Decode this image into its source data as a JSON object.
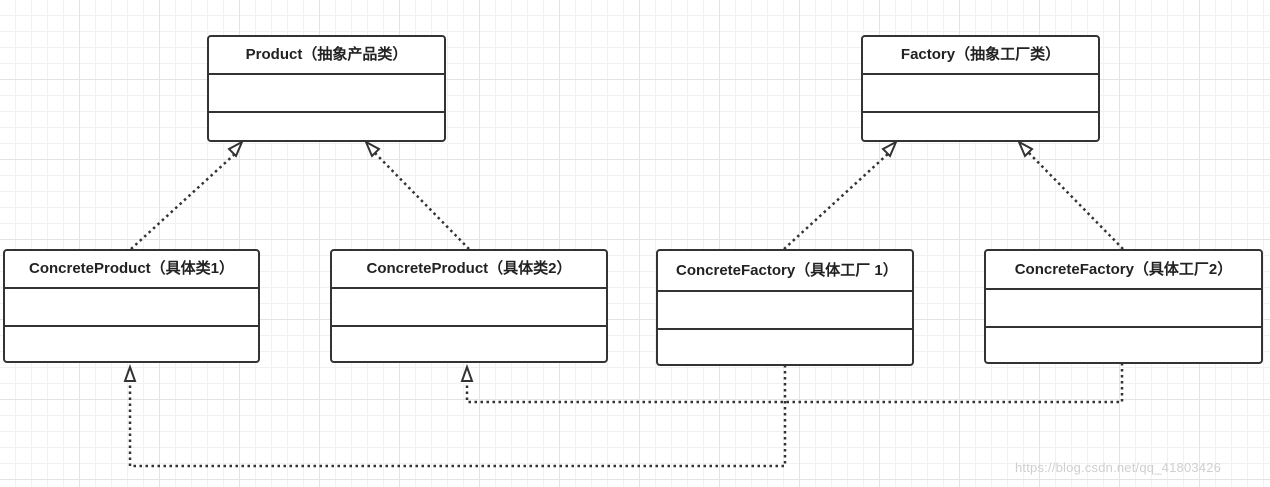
{
  "classes": {
    "product": {
      "title": "Product（抽象产品类）"
    },
    "factory": {
      "title": "Factory（抽象工厂类）"
    },
    "concrete_product_1": {
      "title": "ConcreteProduct（具体类1）"
    },
    "concrete_product_2": {
      "title": "ConcreteProduct（具体类2）"
    },
    "concrete_factory_1": {
      "title": "ConcreteFactory（具体工厂 1）"
    },
    "concrete_factory_2": {
      "title": "ConcreteFactory（具体工厂2）"
    }
  },
  "relations": [
    {
      "from": "concrete_product_1",
      "to": "product",
      "type": "realization"
    },
    {
      "from": "concrete_product_2",
      "to": "product",
      "type": "realization"
    },
    {
      "from": "concrete_factory_1",
      "to": "factory",
      "type": "realization"
    },
    {
      "from": "concrete_factory_2",
      "to": "factory",
      "type": "realization"
    },
    {
      "from": "concrete_factory_1",
      "to": "concrete_product_1",
      "type": "dependency"
    },
    {
      "from": "concrete_factory_2",
      "to": "concrete_product_2",
      "type": "dependency"
    }
  ],
  "colors": {
    "stroke": "#333333",
    "grid": "#e3e3e3",
    "watermark": "#cfcfcf"
  },
  "watermark": "https://blog.csdn.net/qq_41803426"
}
